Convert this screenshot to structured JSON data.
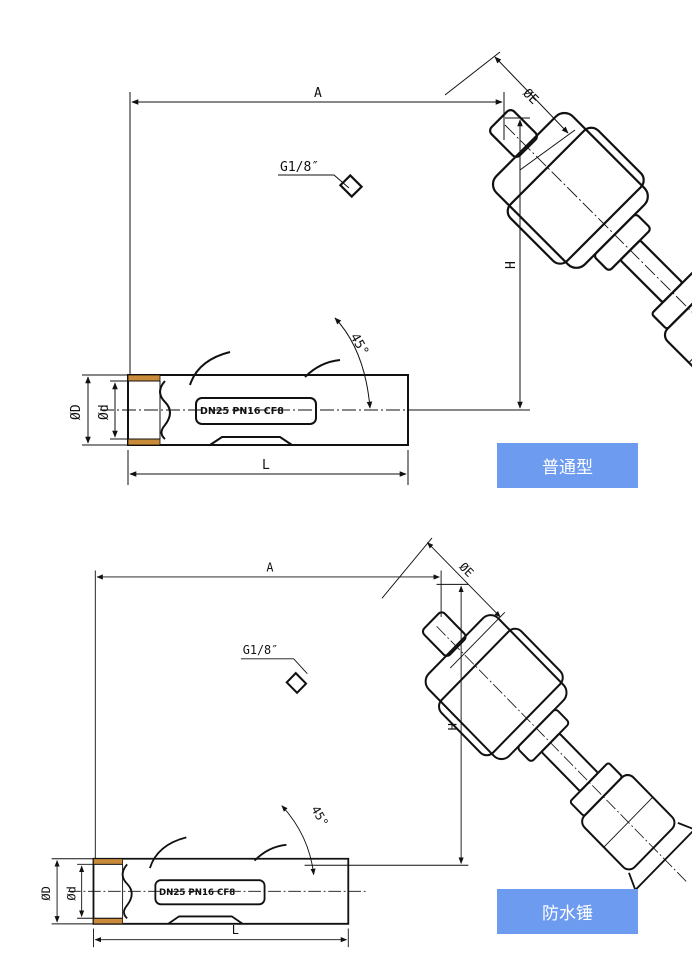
{
  "diagrams": [
    {
      "tag": "普通型",
      "labels": {
        "A": "A",
        "phiE": "ØE",
        "G": "G1/8″",
        "H": "H",
        "L": "L",
        "D": "ØD",
        "d": "Ød",
        "angle": "45°",
        "plate": "DN25 PN16 CF8"
      }
    },
    {
      "tag": "防水锤",
      "labels": {
        "A": "A",
        "phiE": "ØE",
        "G": "G1/8″",
        "H": "H",
        "L": "L",
        "D": "ØD",
        "d": "Ød",
        "angle": "45°",
        "plate": "DN25 PN16 CF8"
      }
    }
  ],
  "colors": {
    "tag_background": "#6d9bef",
    "hatch": "#c98a3a",
    "line": "#111111"
  }
}
